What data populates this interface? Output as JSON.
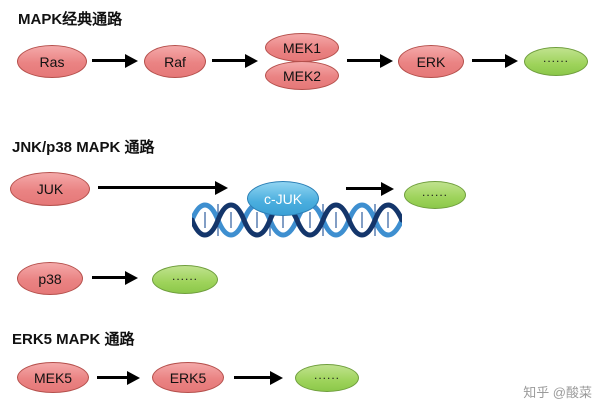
{
  "diagram": {
    "title_classic": "MAPK经典通路",
    "title_jnk": "JNK/p38 MAPK 通路",
    "title_erk5": "ERK5 MAPK 通路",
    "node_ras": "Ras",
    "node_raf": "Raf",
    "node_mek1": "MEK1",
    "node_mek2": "MEK2",
    "node_erk": "ERK",
    "node_juk": "JUK",
    "node_cjuk": "c-JUK",
    "node_p38": "p38",
    "node_mek5": "MEK5",
    "node_erk5": "ERK5",
    "dots": "......"
  },
  "watermark": "知乎 @酸菜",
  "colors": {
    "node_pink": "#EA8383",
    "node_pink_border": "#B5504C",
    "node_green": "#9ED35B",
    "node_green_border": "#6F9E3D",
    "node_blue": "#4AAEDE",
    "node_blue_border": "#2B7FB5",
    "arrow": "#000000",
    "dna_dark": "#14366B",
    "dna_light": "#3E8FD0"
  }
}
